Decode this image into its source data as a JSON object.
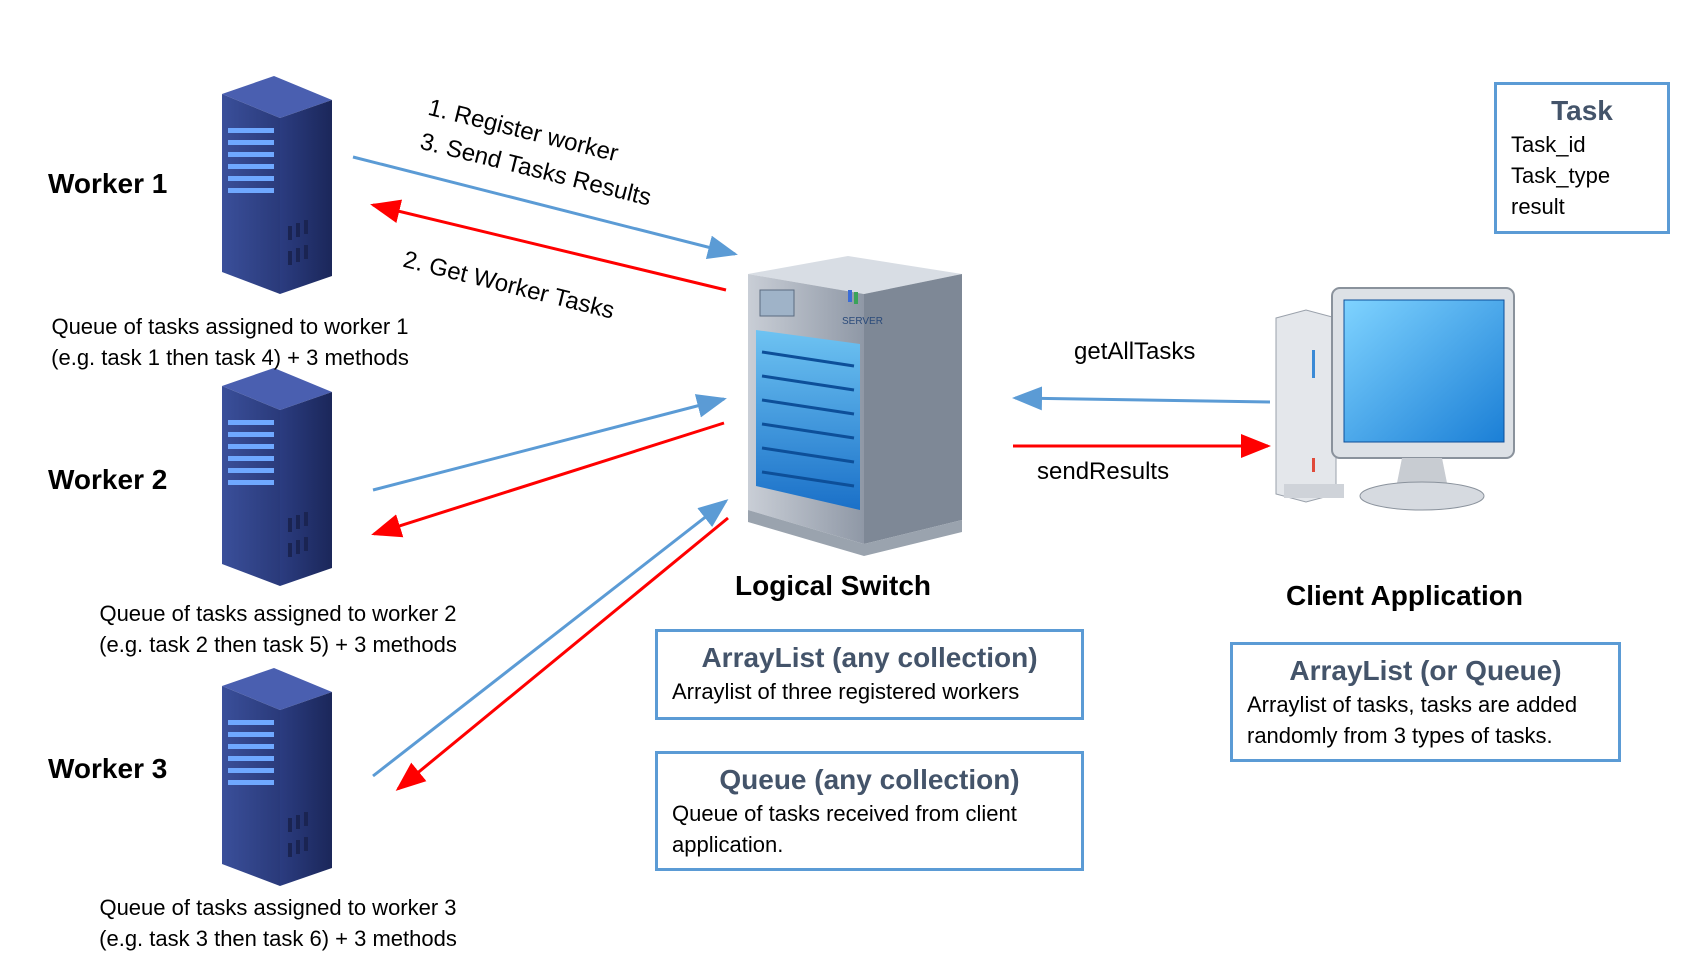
{
  "workers": [
    {
      "title": "Worker 1",
      "caption_line1": "Queue of tasks  assigned to worker 1",
      "caption_line2": "(e.g. task 1 then task 4) + 3 methods"
    },
    {
      "title": "Worker 2",
      "caption_line1": "Queue of tasks  assigned to worker 2",
      "caption_line2": "(e.g. task 2 then task 5) + 3 methods"
    },
    {
      "title": "Worker 3",
      "caption_line1": "Queue of tasks  assigned to worker 3",
      "caption_line2": "(e.g. task 3 then task 6) + 3 methods"
    }
  ],
  "arrow_labels": {
    "register": "1.    Register worker",
    "send_results": "3.  Send Tasks Results",
    "get_tasks": "2. Get Worker Tasks",
    "get_all_tasks": "getAllTasks",
    "send_results_client": "sendResults"
  },
  "logical_switch": {
    "title": "Logical Switch",
    "arraylist_box": {
      "title": "ArrayList (any collection)",
      "text": "Arraylist of three registered workers"
    },
    "queue_box": {
      "title": "Queue (any collection)",
      "text_line1": "Queue of tasks received from client",
      "text_line2": "application."
    }
  },
  "client": {
    "title": "Client Application",
    "box": {
      "title": "ArrayList (or Queue)",
      "text_line1": "Arraylist of tasks, tasks are added",
      "text_line2": "randomly from 3 types of tasks."
    }
  },
  "task_box": {
    "title": "Task",
    "fields": [
      "Task_id",
      "Task_type",
      "result"
    ]
  },
  "server_label": "SERVER",
  "colors": {
    "blue_arrow": "#5b9bd5",
    "red_arrow": "#ff0000",
    "box_border": "#5b9bd5",
    "box_title": "#44546a"
  },
  "icons": [
    "rack-server-icon",
    "tower-server-icon",
    "desktop-computer-icon"
  ]
}
